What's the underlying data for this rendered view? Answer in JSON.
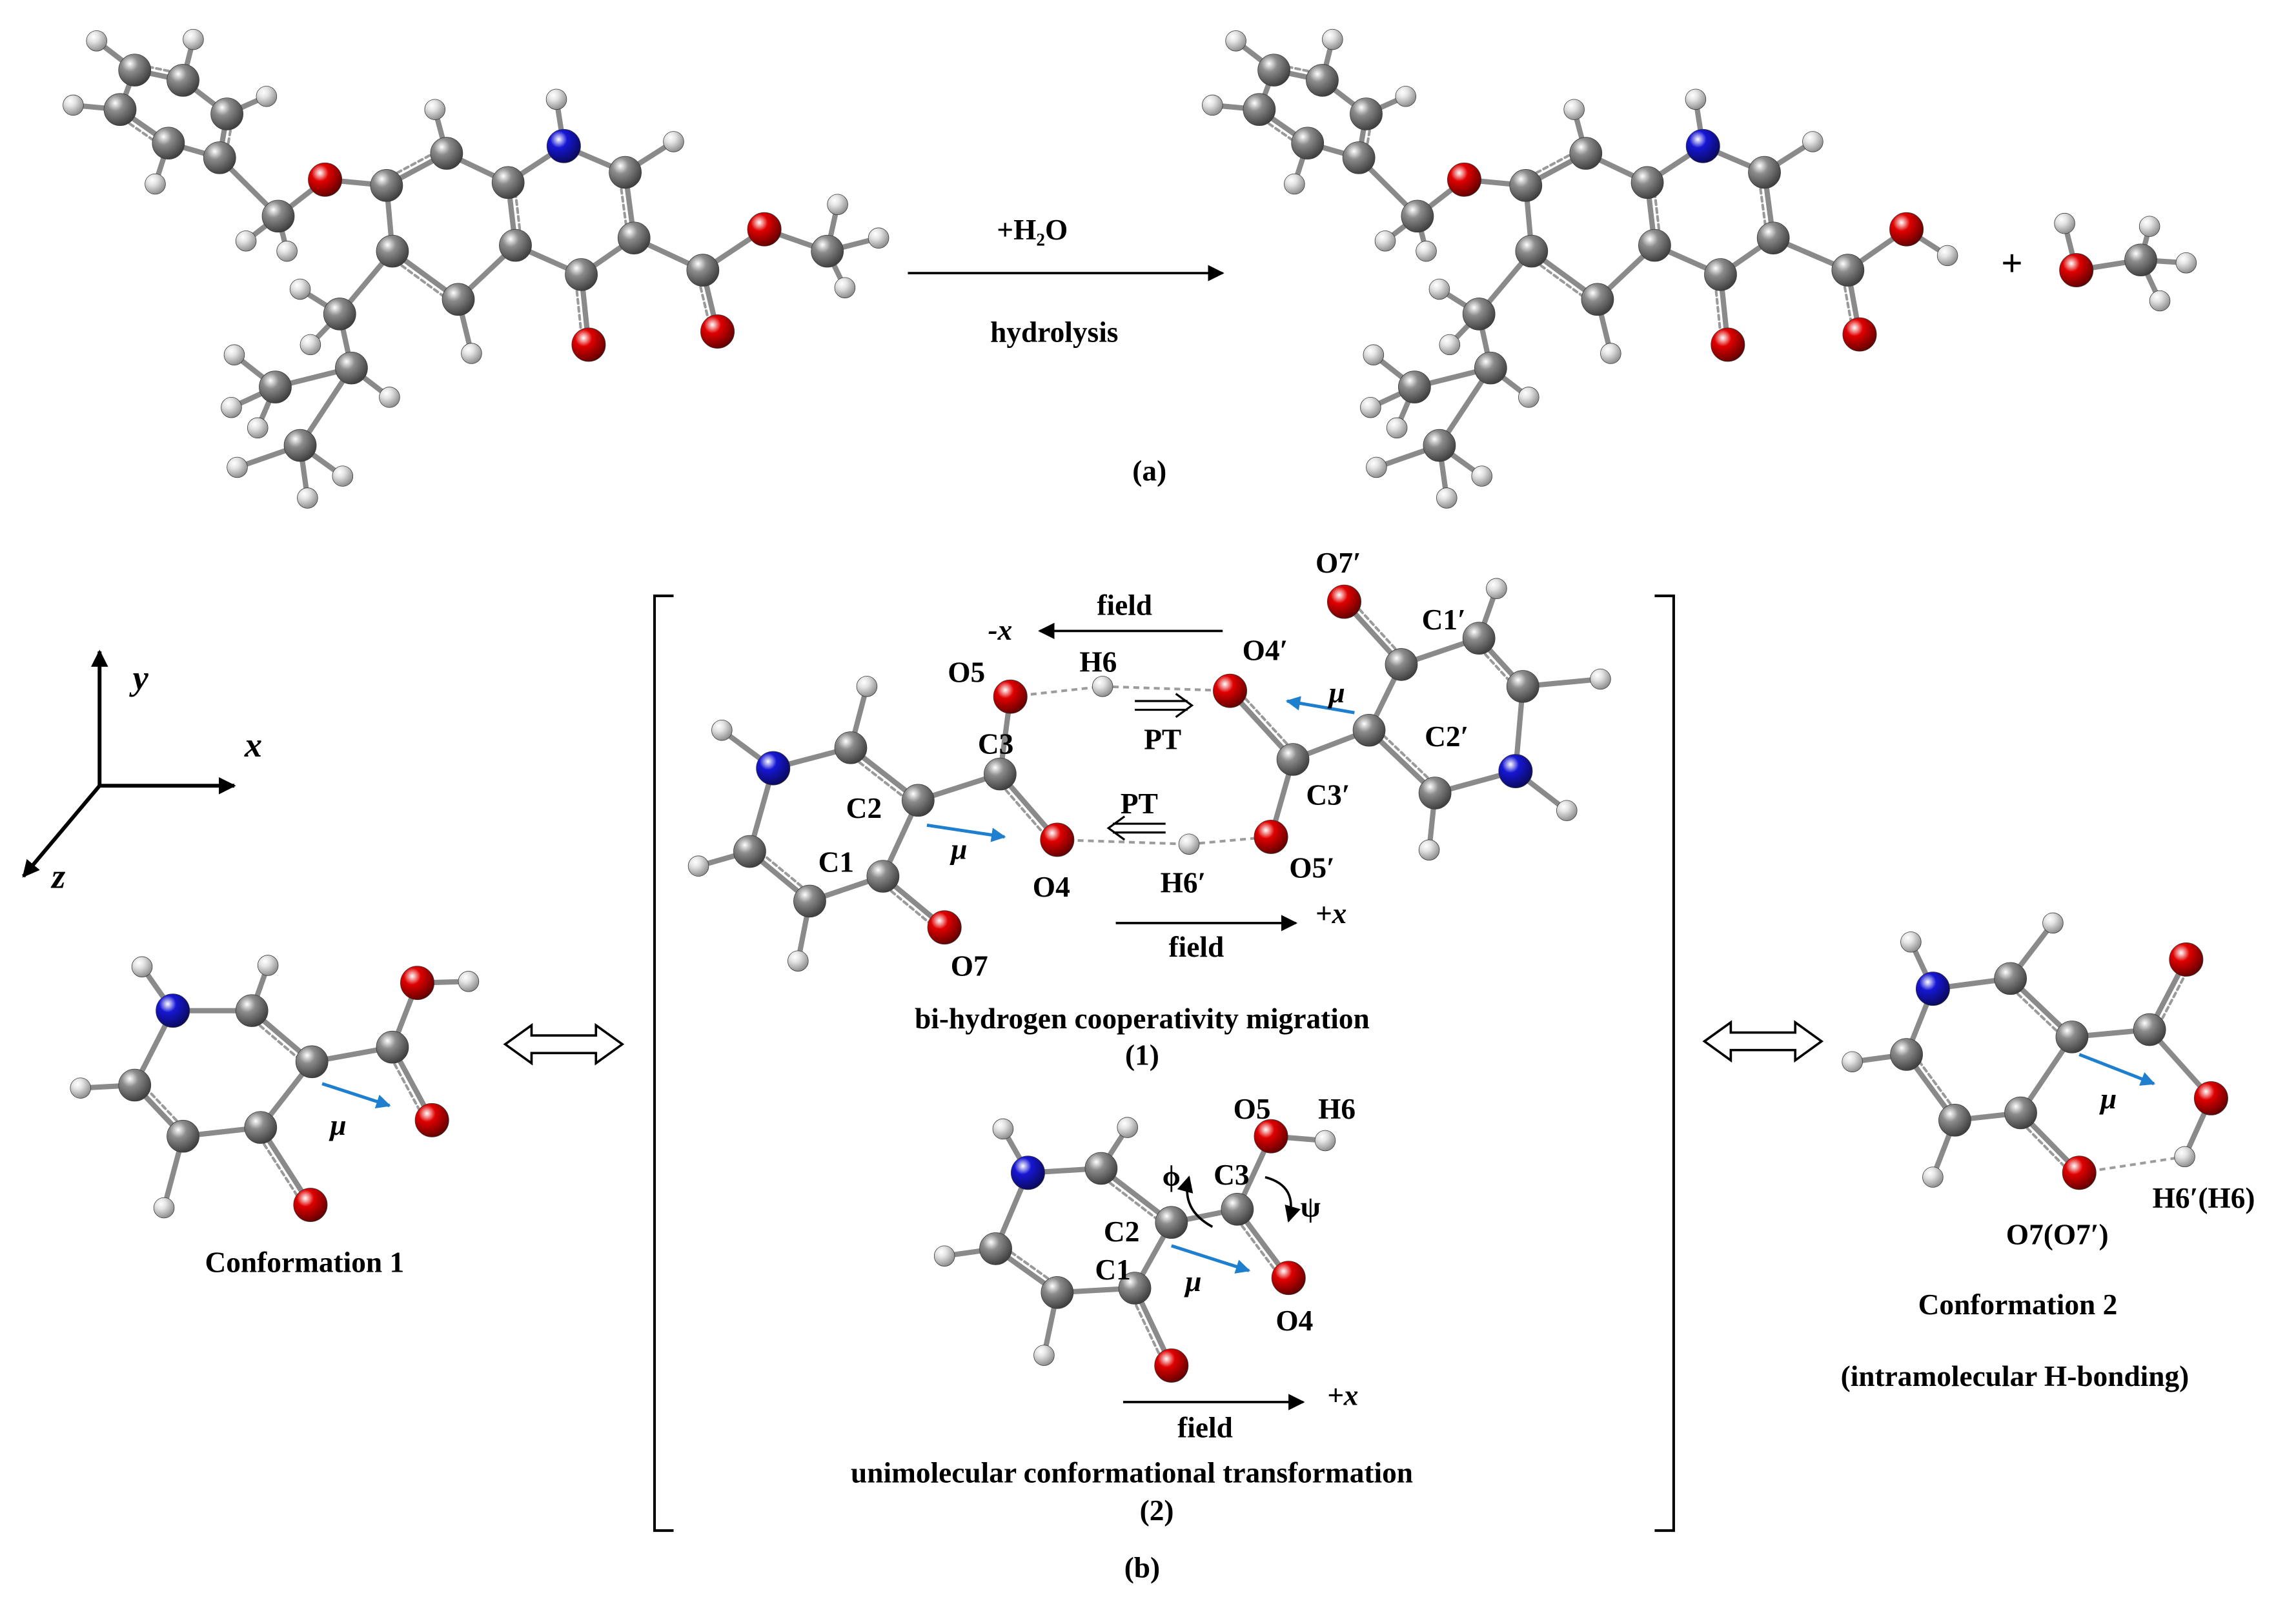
{
  "panel_a": {
    "reagent": "+H₂O",
    "process": "hydrolysis",
    "plus": "+",
    "label": "(a)"
  },
  "axes": {
    "y": "y",
    "x": "x",
    "z": "z"
  },
  "dimer": {
    "field_top": "field",
    "neg_x": "-x",
    "h6": "H6",
    "o4_prime": "O4′",
    "o5": "O5",
    "o7_prime": "O7′",
    "c1_prime": "C1′",
    "mu_right": "μ",
    "c2_prime": "C2′",
    "pt_forward": "PT",
    "c3": "C3",
    "c3_prime": "C3′",
    "pt_backward": "PT",
    "c2": "C2",
    "mu_left": "μ",
    "o4": "O4",
    "h6_prime": "H6′",
    "o5_prime": "O5′",
    "c1": "C1",
    "o7": "O7",
    "field_bottom": "field",
    "pos_x": "+x",
    "caption": "bi-hydrogen cooperativity migration",
    "number": "(1)"
  },
  "monomer": {
    "o5": "O5",
    "h6": "H6",
    "phi": "ϕ",
    "c3": "C3",
    "psi": "ψ",
    "c2": "C2",
    "c1": "C1",
    "mu": "μ",
    "o4": "O4",
    "pos_x": "+x",
    "field": "field",
    "caption": "unimolecular conformational transformation",
    "number": "(2)"
  },
  "panel_b_label": "(b)",
  "conformation_1": {
    "mu": "μ",
    "caption": "Conformation 1"
  },
  "conformation_2": {
    "mu": "μ",
    "h6_label": "H6′(H6)",
    "o7_label": "O7(O7′)",
    "caption": "Conformation 2",
    "subcaption": "(intramolecular H-bonding)"
  },
  "colors": {
    "carbon": "#8c8c8c",
    "hydrogen": "#e4e4e4",
    "oxygen": "#e00000",
    "nitrogen": "#1616d4",
    "dipole": "#1f7fcf"
  }
}
